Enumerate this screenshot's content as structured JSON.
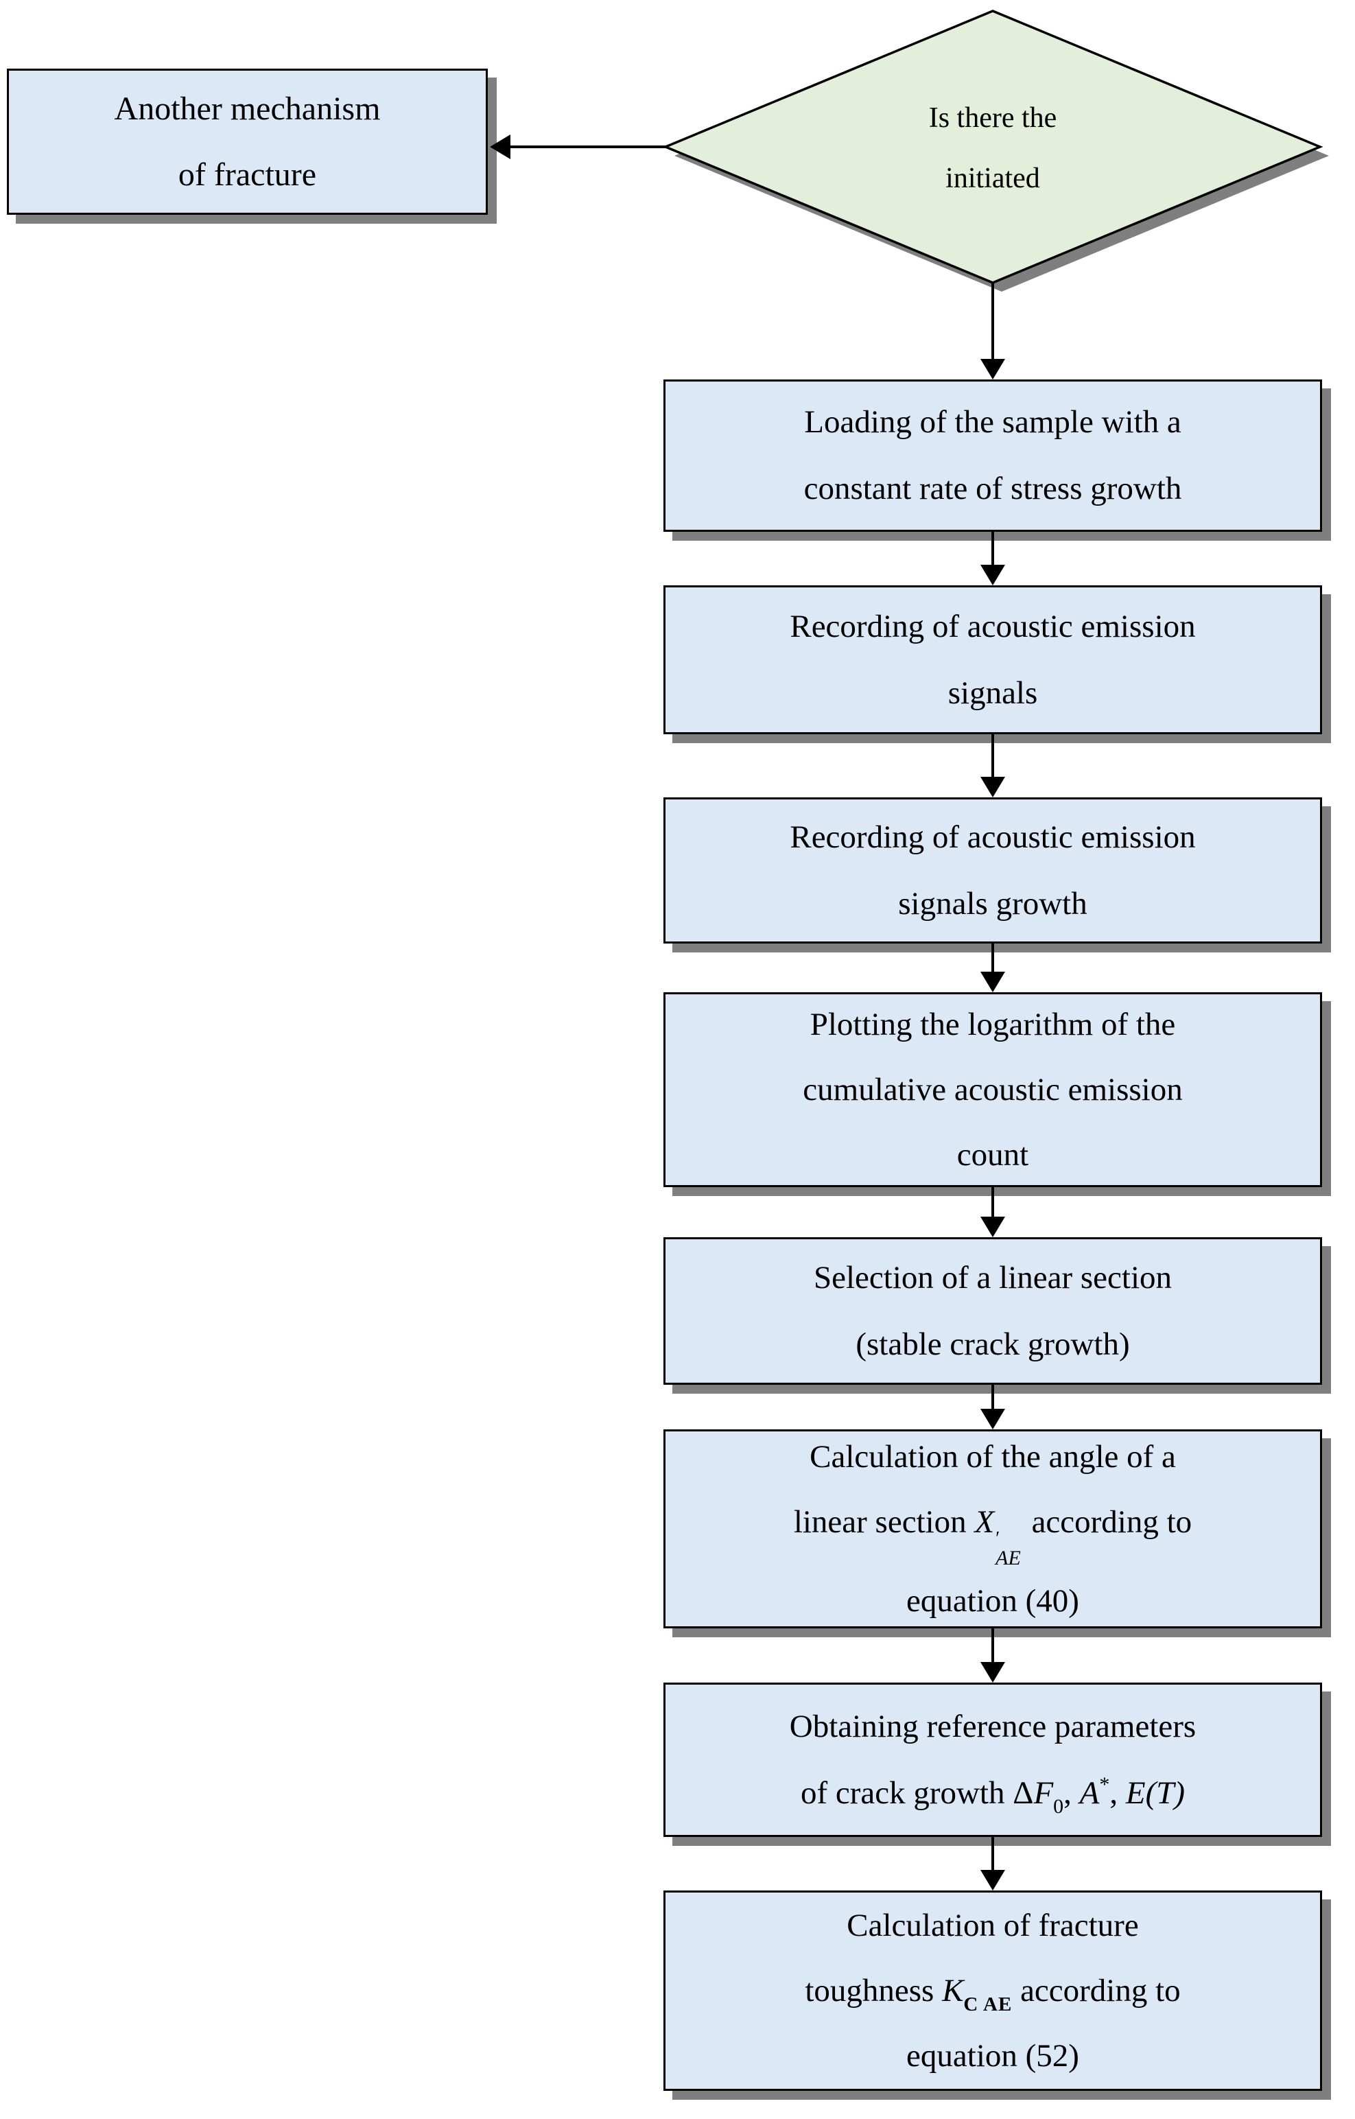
{
  "colors": {
    "background": "#ffffff",
    "process_fill": "#dce8f5",
    "decision_fill": "#e3efda",
    "border": "#000000",
    "shadow": "#7f7f7f"
  },
  "flowchart": {
    "decision": {
      "line1": "Is there the",
      "line2": "initiated"
    },
    "another_mechanism": {
      "line1": "Another mechanism",
      "line2": "of fracture"
    },
    "loading": {
      "line1": "Loading of the sample with a",
      "line2": "constant rate of stress growth"
    },
    "recording": {
      "line1": "Recording of acoustic emission",
      "line2": "signals"
    },
    "recording_growth": {
      "line1": "Recording of acoustic emission",
      "line2": "signals growth"
    },
    "plotting": {
      "line1": "Plotting the logarithm of the",
      "line2": "cumulative acoustic emission",
      "line3": "count"
    },
    "selection": {
      "line1": "Selection of a linear section",
      "line2": "(stable crack growth)"
    },
    "angle": {
      "line1": "Calculation of the angle of a",
      "line2_pre": "linear section ",
      "line2_sym": "X",
      "line2_prime": "′",
      "line2_sub": "AE",
      "line2_post": " according to",
      "line3": "equation (40)"
    },
    "reference": {
      "line1": "Obtaining reference parameters",
      "line2_pre": "of crack growth Δ",
      "line2_F": "F",
      "line2_Fsub": "0",
      "line2_comma1": ", ",
      "line2_A": "A",
      "line2_Asup": "*",
      "line2_comma2": ", ",
      "line2_E": "E(T)"
    },
    "toughness": {
      "line1": "Calculation of fracture",
      "line2_pre": "toughness ",
      "line2_K": "K",
      "line2_Ksub": "C AE",
      "line2_post": " according to",
      "line3": "equation (52)"
    }
  }
}
